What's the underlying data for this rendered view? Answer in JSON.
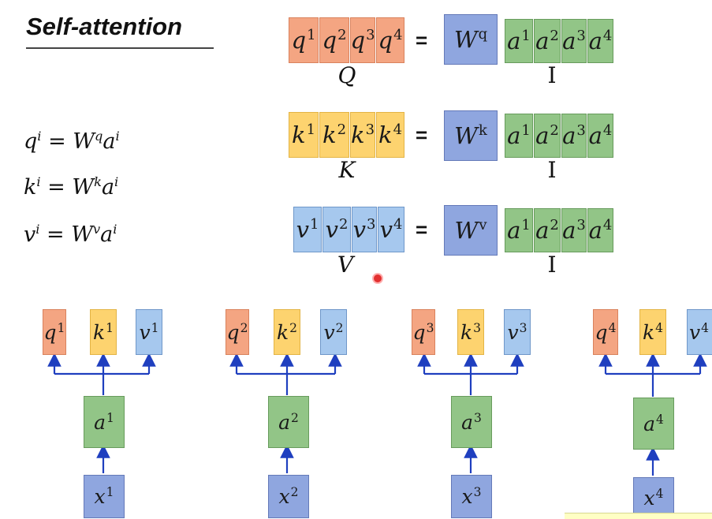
{
  "title": "Self-attention",
  "equals": "=",
  "matrices": {
    "q": {
      "cells": [
        {
          "b": "q",
          "s": "1"
        },
        {
          "b": "q",
          "s": "2"
        },
        {
          "b": "q",
          "s": "3"
        },
        {
          "b": "q",
          "s": "4"
        }
      ],
      "label": "Q",
      "weight": {
        "b": "W",
        "s": "q"
      },
      "input_label": "I"
    },
    "k": {
      "cells": [
        {
          "b": "k",
          "s": "1"
        },
        {
          "b": "k",
          "s": "2"
        },
        {
          "b": "k",
          "s": "3"
        },
        {
          "b": "k",
          "s": "4"
        }
      ],
      "label": "K",
      "weight": {
        "b": "W",
        "s": "k"
      },
      "input_label": "I"
    },
    "v": {
      "cells": [
        {
          "b": "v",
          "s": "1"
        },
        {
          "b": "v",
          "s": "2"
        },
        {
          "b": "v",
          "s": "3"
        },
        {
          "b": "v",
          "s": "4"
        }
      ],
      "label": "V",
      "weight": {
        "b": "W",
        "s": "v"
      },
      "input_label": "I"
    },
    "a_cells": [
      {
        "b": "a",
        "s": "1"
      },
      {
        "b": "a",
        "s": "2"
      },
      {
        "b": "a",
        "s": "3"
      },
      {
        "b": "a",
        "s": "4"
      }
    ]
  },
  "formulas": [
    {
      "lhs": "q",
      "lhs_sup": "i",
      "eq": " = ",
      "w": "W",
      "w_sup": "q",
      "rhs": "a",
      "rhs_sup": "i"
    },
    {
      "lhs": "k",
      "lhs_sup": "i",
      "eq": " = ",
      "w": "W",
      "w_sup": "k",
      "rhs": "a",
      "rhs_sup": "i"
    },
    {
      "lhs": "v",
      "lhs_sup": "i",
      "eq": " = ",
      "w": "W",
      "w_sup": "v",
      "rhs": "a",
      "rhs_sup": "i"
    }
  ],
  "columns": [
    {
      "q": {
        "b": "q",
        "s": "1"
      },
      "k": {
        "b": "k",
        "s": "1"
      },
      "v": {
        "b": "v",
        "s": "1"
      },
      "a": {
        "b": "a",
        "s": "1"
      },
      "x": {
        "b": "x",
        "s": "1"
      }
    },
    {
      "q": {
        "b": "q",
        "s": "2"
      },
      "k": {
        "b": "k",
        "s": "2"
      },
      "v": {
        "b": "v",
        "s": "2"
      },
      "a": {
        "b": "a",
        "s": "2"
      },
      "x": {
        "b": "x",
        "s": "2"
      }
    },
    {
      "q": {
        "b": "q",
        "s": "3"
      },
      "k": {
        "b": "k",
        "s": "3"
      },
      "v": {
        "b": "v",
        "s": "3"
      },
      "a": {
        "b": "a",
        "s": "3"
      },
      "x": {
        "b": "x",
        "s": "3"
      }
    },
    {
      "q": {
        "b": "q",
        "s": "4"
      },
      "k": {
        "b": "k",
        "s": "4"
      },
      "v": {
        "b": "v",
        "s": "4"
      },
      "a": {
        "b": "a",
        "s": "4"
      },
      "x": {
        "b": "x",
        "s": "4"
      }
    }
  ],
  "colors": {
    "query": "#f4a582",
    "key": "#fdd36f",
    "value": "#a6c8ee",
    "input": "#92c587",
    "weight": "#8fa6df",
    "arrow": "#1f3fbf"
  }
}
